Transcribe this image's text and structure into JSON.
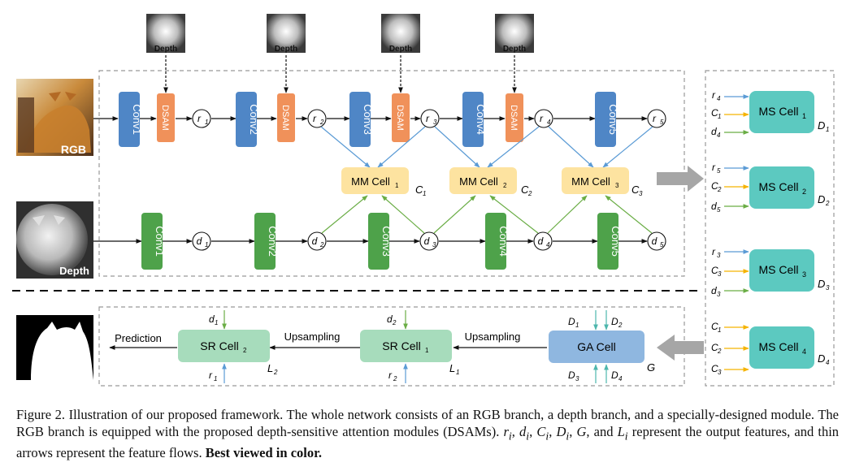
{
  "rgb_branch": {
    "image_label": "RGB",
    "convs": [
      "Conv1",
      "Conv2",
      "Conv3",
      "Conv4",
      "Conv5"
    ],
    "dsam_label": "DSAM",
    "depth_thumb_label": "Depth",
    "features": [
      "r",
      "r",
      "r",
      "r",
      "r"
    ],
    "feature_subs": [
      "1",
      "2",
      "3",
      "4",
      "5"
    ]
  },
  "depth_branch": {
    "image_label": "Depth",
    "convs": [
      "Conv1",
      "Conv2",
      "Conv3",
      "Conv4",
      "Conv5"
    ],
    "features": [
      "d",
      "d",
      "d",
      "d",
      "d"
    ],
    "feature_subs": [
      "1",
      "2",
      "3",
      "4",
      "5"
    ]
  },
  "mm_cells": [
    {
      "label": "MM Cell",
      "sub": "1",
      "out": "C",
      "out_sub": "1"
    },
    {
      "label": "MM Cell",
      "sub": "2",
      "out": "C",
      "out_sub": "2"
    },
    {
      "label": "MM Cell",
      "sub": "3",
      "out": "C",
      "out_sub": "3"
    }
  ],
  "ms_cells": [
    {
      "label": "MS Cell",
      "sub": "1",
      "inputs": [
        [
          "r",
          "4"
        ],
        [
          "C",
          "1"
        ],
        [
          "d",
          "4"
        ]
      ],
      "out": [
        "D",
        "1"
      ]
    },
    {
      "label": "MS Cell",
      "sub": "2",
      "inputs": [
        [
          "r",
          "5"
        ],
        [
          "C",
          "2"
        ],
        [
          "d",
          "5"
        ]
      ],
      "out": [
        "D",
        "2"
      ]
    },
    {
      "label": "MS Cell",
      "sub": "3",
      "inputs": [
        [
          "r",
          "3"
        ],
        [
          "C",
          "3"
        ],
        [
          "d",
          "3"
        ]
      ],
      "out": [
        "D",
        "3"
      ]
    },
    {
      "label": "MS Cell",
      "sub": "4",
      "inputs": [
        [
          "C",
          "1"
        ],
        [
          "C",
          "2"
        ],
        [
          "C",
          "3"
        ]
      ],
      "out": [
        "D",
        "4"
      ]
    }
  ],
  "decoder": {
    "ga_cell": "GA Cell",
    "ga_out": "G",
    "ga_inputs_top": [
      [
        "D",
        "1"
      ],
      [
        "D",
        "2"
      ]
    ],
    "ga_inputs_bottom": [
      [
        "D",
        "3"
      ],
      [
        "D",
        "4"
      ]
    ],
    "sr_cells": [
      {
        "label": "SR Cell",
        "sub": "1",
        "top": [
          "d",
          "2"
        ],
        "bottom": [
          "r",
          "2"
        ],
        "out": [
          "L",
          "1"
        ]
      },
      {
        "label": "SR Cell",
        "sub": "2",
        "top": [
          "d",
          "1"
        ],
        "bottom": [
          "r",
          "1"
        ],
        "out": [
          "L",
          "2"
        ]
      }
    ],
    "upsampling": "Upsampling",
    "prediction": "Prediction"
  },
  "caption": {
    "part1": "Figure 2. Illustration of our proposed framework. The whole network consists of an RGB branch, a depth branch, and a specially-designed module. The RGB branch is equipped with the proposed depth-sensitive attention modules (DSAMs). ",
    "part2": " represent the output features, and thin arrows represent the feature flows. ",
    "bold": "Best viewed in color."
  },
  "colors": {
    "conv_rgb": "#4f86c6",
    "dsam": "#f0915a",
    "conv_depth": "#4ea24a",
    "mm_cell": "#fde3a0",
    "ms_cell": "#5cc9c0",
    "sr_cell": "#a7dcbc",
    "ga_cell": "#8fb7e0",
    "arrow_blue": "#5b9bd5",
    "arrow_green": "#6aad45",
    "arrow_orange": "#f5b300",
    "arrow_teal": "#4db6ac",
    "grey_arrow": "#a6a6a6"
  }
}
